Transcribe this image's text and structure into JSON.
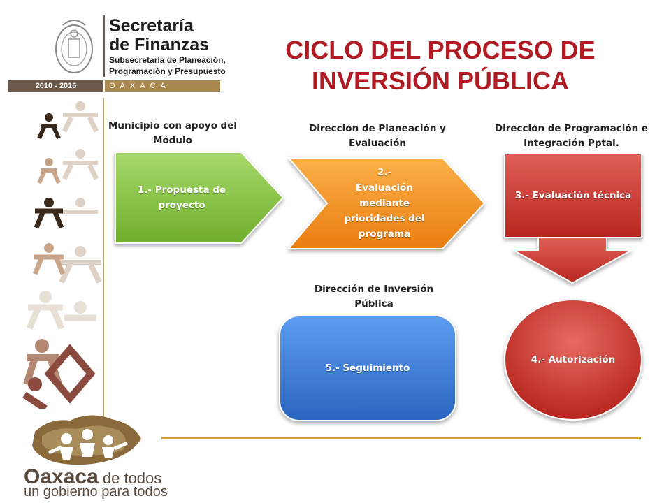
{
  "header": {
    "org_title_line1": "Secretaría",
    "org_title_line2": "de Finanzas",
    "subtitle_line1": "Subsecretaría de Planeación,",
    "subtitle_line2": "Programación y Presupuesto",
    "years": "2010 - 2016",
    "state": "OAXACA"
  },
  "title": {
    "line1": "CICLO DEL PROCESO DE",
    "line2": "INVERSIÓN PÚBLICA"
  },
  "labels": {
    "step1": "Municipio con apoyo del Módulo",
    "step2": "Dirección de Planeación y Evaluación",
    "step3": "Dirección de Programación e Integración Pptal.",
    "step5": "Dirección de Inversión Pública"
  },
  "steps": {
    "step1": "1.- Propuesta de proyecto",
    "step2_num": "2.-",
    "step2_text": "Evaluación mediante prioridades del programa",
    "step3": "3.- Evaluación técnica",
    "step4": "4.- Autorización",
    "step5": "5.- Seguimiento"
  },
  "logo": {
    "line1_bold": "Oaxaca",
    "line1_light": " de todos",
    "line2": "un gobierno para todos"
  },
  "colors": {
    "step1": "#8cc63f",
    "step2": "#f7941d",
    "step3": "#d13f38",
    "step4": "#d13f38",
    "step5": "#3a7fd5",
    "title": "#b01a22"
  }
}
